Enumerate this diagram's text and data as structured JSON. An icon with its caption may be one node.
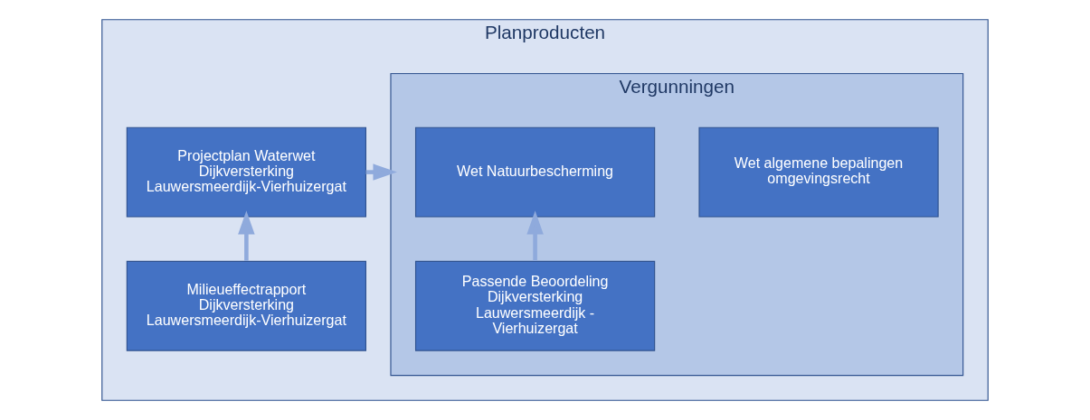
{
  "diagram": {
    "nodes": [
      {
        "text": [
          "Planproducten"
        ]
      },
      {
        "text": [
          "Projectplan Waterwet Dijkversterking Lauwersmeerdijk-Vierhuizergat"
        ],
        "in": 0
      },
      {
        "text": [
          "Milieueffectrapport Dijkversterking Lauwersmeerdijk-Vierhuizergat"
        ],
        "in": 0
      },
      {
        "text": [
          "Vergunningen"
        ],
        "in": 0
      },
      {
        "text": [
          "Wet Natuurbescherming"
        ],
        "in": 3
      },
      {
        "text": [
          "Wet algemene bepalingen omgevingsrecht"
        ],
        "in": 3
      },
      {
        "text": [
          "Passende Beoordeling Dijkversterking Lauwersmeerdijk - Vierhuizergat"
        ],
        "in": 3
      }
    ],
    "edges": [
      {
        "from": 2,
        "to": 1,
        "arrow": "to"
      },
      {
        "from": 1,
        "to": 3,
        "arrow": "to"
      },
      {
        "from": 6,
        "to": 4,
        "arrow": "to"
      }
    ]
  }
}
